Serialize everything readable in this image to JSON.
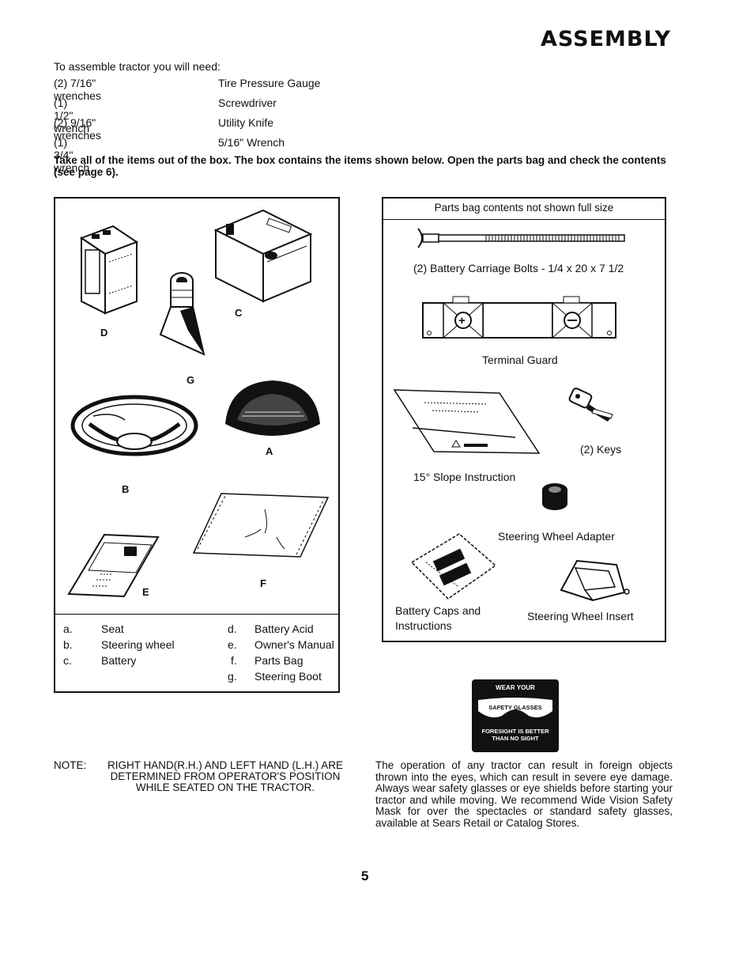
{
  "title": "ASSEMBLY",
  "intro": "To assemble tractor you will need:",
  "tools": [
    [
      "(2) 7/16\" wrenches",
      "Tire Pressure Gauge"
    ],
    [
      "(1) 1/2\" wrench",
      "Screwdriver"
    ],
    [
      "(2) 9/16\" wrenches",
      "Utility Knife"
    ],
    [
      "(1) 3/4\" wrench",
      "5/16\" Wrench"
    ]
  ],
  "instruction": "Take all of the items out of the box. The box contains the items shown below. Open the parts bag and check the contents (see page 6).",
  "box_parts": {
    "labels": {
      "A": "A",
      "B": "B",
      "C": "C",
      "D": "D",
      "E": "E",
      "F": "F",
      "G": "G"
    },
    "legend": [
      {
        "key": "a.",
        "name": "Seat"
      },
      {
        "key": "b.",
        "name": "Steering wheel"
      },
      {
        "key": "c.",
        "name": "Battery"
      },
      {
        "key": "d.",
        "name": "Battery Acid"
      },
      {
        "key": "e.",
        "name": "Owner's Manual"
      },
      {
        "key": "f.",
        "name": "Parts Bag"
      },
      {
        "key": "g.",
        "name": "Steering Boot"
      }
    ]
  },
  "parts_bag": {
    "header": "Parts bag contents not shown full size",
    "bolts": "(2) Battery Carriage Bolts - 1/4 x 20 x 7 1/2",
    "terminal_guard": "Terminal Guard",
    "keys": "(2) Keys",
    "slope": "15° Slope Instruction",
    "adapter": "Steering Wheel Adapter",
    "caps_line1": "Battery Caps and",
    "caps_line2": "Instructions",
    "insert": "Steering Wheel Insert"
  },
  "note_label": "NOTE:",
  "note_text": "RIGHT HAND(R.H.) AND LEFT HAND (L.H.) ARE DETERMINED FROM OPERATOR'S POSITION WHILE SEATED ON THE TRACTOR.",
  "safety_sign": {
    "line1": "WEAR YOUR",
    "line2": "SAFETY GLASSES",
    "line3a": "FORESIGHT IS BETTER",
    "line3b": "THAN NO SIGHT"
  },
  "safety_paragraph": "The operation of any tractor can result in foreign objects thrown into the eyes, which can result in severe eye damage. Always wear safety glasses or eye shields before starting your tractor and while moving. We recommend Wide Vision Safety Mask for over the spectacles or standard safety glasses, available at Sears Retail or Catalog Stores.",
  "page_number": "5"
}
